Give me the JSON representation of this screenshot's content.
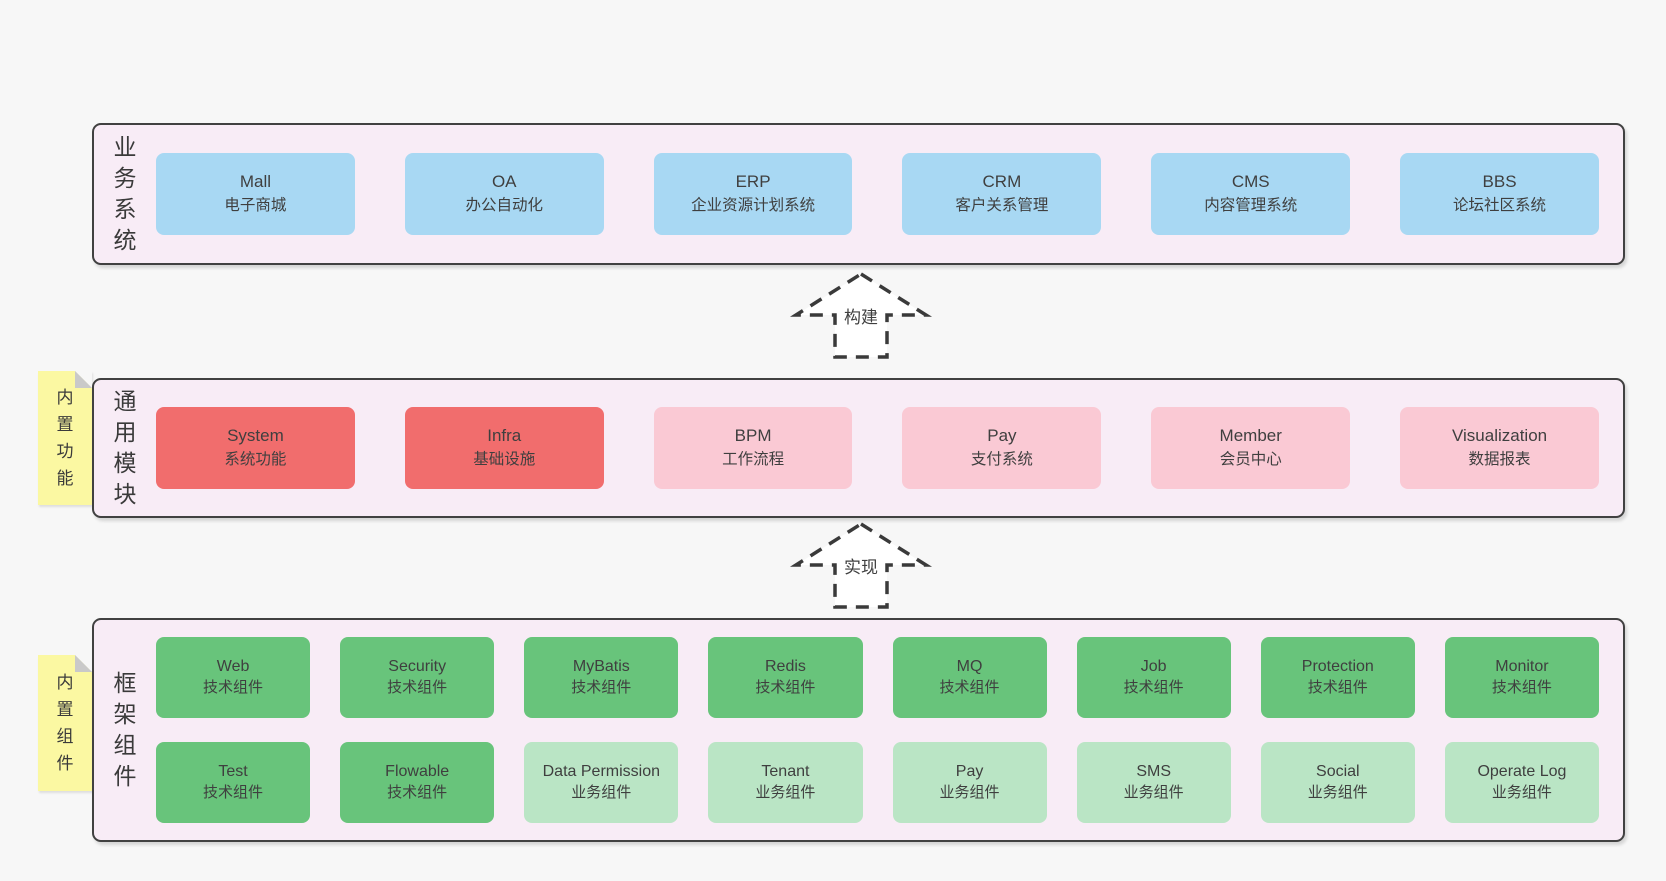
{
  "colors": {
    "page_bg": "#f7f7f7",
    "section_bg": "#f8ecf6",
    "section_border": "#414141",
    "blue": "#a8d8f3",
    "red": "#f16d6d",
    "pink": "#fac9d4",
    "green_dark": "#68c47b",
    "green_light": "#bae5c5",
    "sticky_yellow": "#fbf8a2",
    "fold_gray": "#c9c9c9",
    "text": "#3f3f3f"
  },
  "arrows": [
    {
      "label": "构建"
    },
    {
      "label": "实现"
    }
  ],
  "sections": [
    {
      "label": "业务系统",
      "boxes": [
        {
          "en": "Mall",
          "zh": "电子商城"
        },
        {
          "en": "OA",
          "zh": "办公自动化"
        },
        {
          "en": "ERP",
          "zh": "企业资源计划系统"
        },
        {
          "en": "CRM",
          "zh": "客户关系管理"
        },
        {
          "en": "CMS",
          "zh": "内容管理系统"
        },
        {
          "en": "BBS",
          "zh": "论坛社区系统"
        }
      ]
    },
    {
      "label": "通用模块",
      "sticky": "内置功能",
      "boxes": [
        {
          "en": "System",
          "zh": "系统功能"
        },
        {
          "en": "Infra",
          "zh": "基础设施"
        },
        {
          "en": "BPM",
          "zh": "工作流程"
        },
        {
          "en": "Pay",
          "zh": "支付系统"
        },
        {
          "en": "Member",
          "zh": "会员中心"
        },
        {
          "en": "Visualization",
          "zh": "数据报表"
        }
      ]
    },
    {
      "label": "框架组件",
      "sticky": "内置组件",
      "rows": [
        [
          {
            "en": "Web",
            "zh": "技术组件"
          },
          {
            "en": "Security",
            "zh": "技术组件"
          },
          {
            "en": "MyBatis",
            "zh": "技术组件"
          },
          {
            "en": "Redis",
            "zh": "技术组件"
          },
          {
            "en": "MQ",
            "zh": "技术组件"
          },
          {
            "en": "Job",
            "zh": "技术组件"
          },
          {
            "en": "Protection",
            "zh": "技术组件"
          },
          {
            "en": "Monitor",
            "zh": "技术组件"
          }
        ],
        [
          {
            "en": "Test",
            "zh": "技术组件"
          },
          {
            "en": "Flowable",
            "zh": "技术组件"
          },
          {
            "en": "Data Permission",
            "zh": "业务组件"
          },
          {
            "en": "Tenant",
            "zh": "业务组件"
          },
          {
            "en": "Pay",
            "zh": "业务组件"
          },
          {
            "en": "SMS",
            "zh": "业务组件"
          },
          {
            "en": "Social",
            "zh": "业务组件"
          },
          {
            "en": "Operate Log",
            "zh": "业务组件"
          }
        ]
      ]
    }
  ]
}
